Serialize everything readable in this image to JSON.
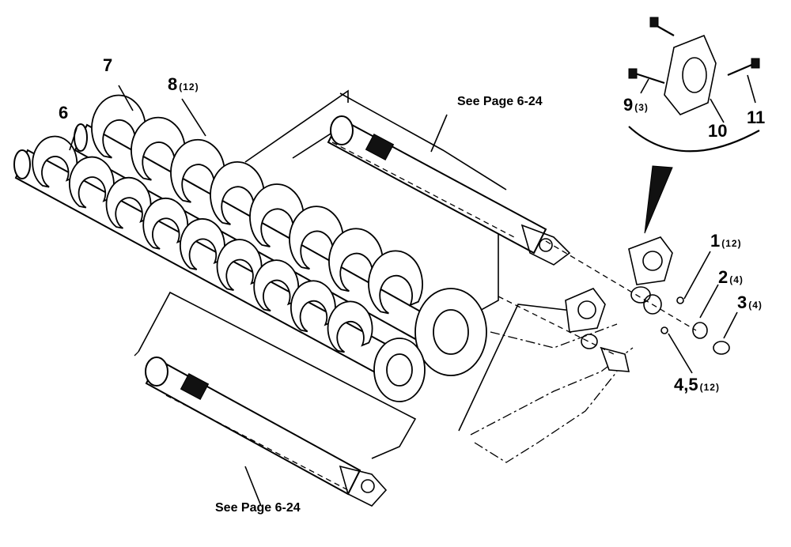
{
  "callouts": [
    {
      "id": "c6",
      "number": "6",
      "qty": ""
    },
    {
      "id": "c7",
      "number": "7",
      "qty": ""
    },
    {
      "id": "c8",
      "number": "8",
      "qty": "(12)"
    },
    {
      "id": "c1",
      "number": "1",
      "qty": "(12)"
    },
    {
      "id": "c2",
      "number": "2",
      "qty": "(4)"
    },
    {
      "id": "c3",
      "number": "3",
      "qty": "(4)"
    },
    {
      "id": "c45",
      "number": "4,5",
      "qty": "(12)"
    },
    {
      "id": "c9",
      "number": "9",
      "qty": "(3)"
    },
    {
      "id": "c10",
      "number": "10",
      "qty": ""
    },
    {
      "id": "c11",
      "number": "11",
      "qty": ""
    }
  ],
  "references": {
    "top": "See Page 6-24",
    "bottom": "See Page 6-24"
  }
}
